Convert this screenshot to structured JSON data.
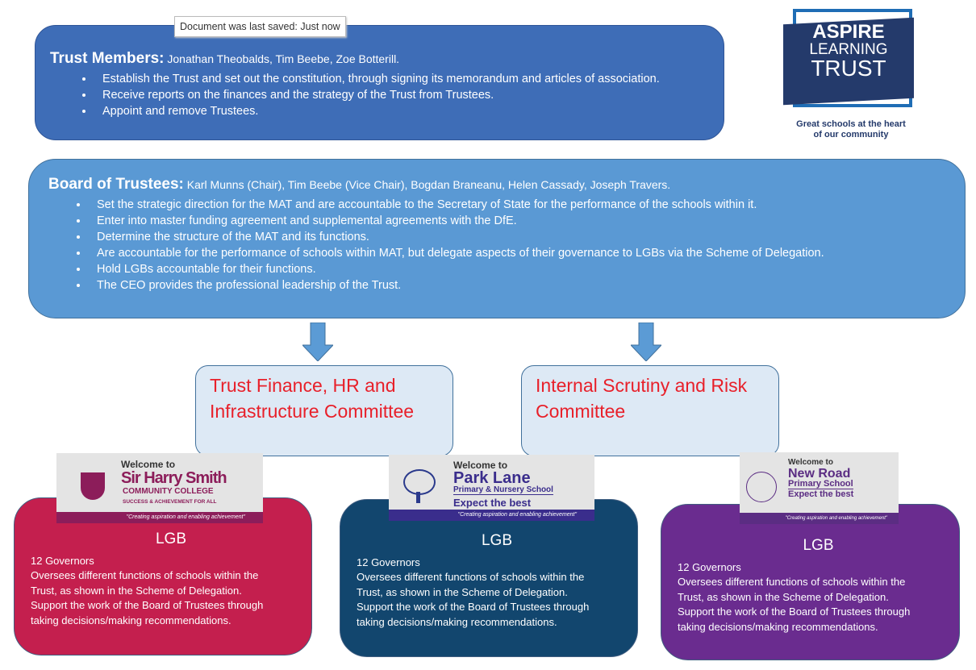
{
  "tooltip": "Document was last saved: Just now",
  "members": {
    "title": "Trust Members",
    "sep": ":",
    "names": " Jonathan Theobalds, Tim Beebe, Zoe Botterill.",
    "bullets": [
      "Establish the Trust and set out the constitution, through signing its memorandum and articles of association.",
      "Receive reports on the finances and the strategy of the Trust from Trustees.",
      "Appoint and remove Trustees."
    ]
  },
  "logo": {
    "line1": "ASPIRE",
    "line2": "LEARNING",
    "line3": "TRUST",
    "tagline1": "Great schools at the heart",
    "tagline2": "of our community",
    "colors": {
      "navy": "#243a6b",
      "blue": "#1f6db5"
    }
  },
  "board": {
    "title": "Board of Trustees:",
    "names": " Karl Munns (Chair), Tim Beebe (Vice Chair), Bogdan Braneanu, Helen Cassady, Joseph Travers.",
    "bullets": [
      "Set the strategic direction for the MAT and are accountable to the Secretary of State for the performance of the schools within it.",
      "Enter into master funding agreement and supplemental agreements with the DfE.",
      "Determine the structure of the MAT and its functions.",
      "Are accountable for the performance of schools within MAT, but delegate aspects of their governance to LGBs via the Scheme of Delegation.",
      "Hold LGBs accountable for their functions.",
      "The CEO provides the professional leadership of the Trust."
    ]
  },
  "committees": [
    {
      "line1": "Trust Finance, HR and",
      "line2": "Infrastructure Committee"
    },
    {
      "line1": "Internal Scrutiny and Risk",
      "line2": "Committee"
    }
  ],
  "schools": [
    {
      "welcome": "Welcome to",
      "name1": "Sir Harry Smith",
      "name2": "COMMUNITY COLLEGE",
      "name3": "SUCCESS & ACHIEVEMENT FOR ALL",
      "motto": "\"Creating aspiration and enabling achievement\"",
      "color": "#c41f4e"
    },
    {
      "welcome": "Welcome to",
      "name1": "Park Lane",
      "name2": "Primary & Nursery School",
      "name3": "Expect the best",
      "motto": "\"Creating aspiration and enabling achievement\"",
      "color": "#12466e"
    },
    {
      "welcome": "Welcome to",
      "name1": "New Road",
      "name2": "Primary School",
      "name3": "Expect the best",
      "motto": "\"Creating aspiration and enabling achievement\"",
      "color": "#6a2c8f"
    }
  ],
  "lgb": {
    "title": "LGB",
    "governors": "12 Governors",
    "l1": "Oversees different functions of schools within the",
    "l2": "Trust, as shown in the Scheme of Delegation.",
    "l3": "Support the work of the Board of Trustees through",
    "l4": "taking decisions/making recommendations."
  }
}
